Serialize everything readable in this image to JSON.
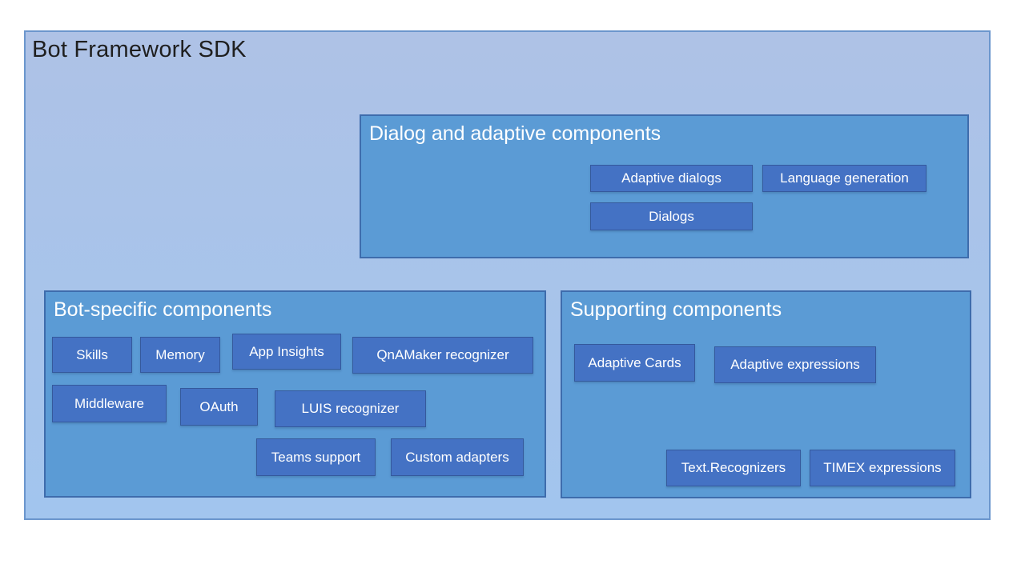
{
  "page": {
    "title": "Bot Framework SDK"
  },
  "sections": [
    {
      "id": "dialog-adaptive",
      "title": "Dialog and adaptive components",
      "buttons": [
        {
          "label": "Adaptive dialogs"
        },
        {
          "label": "Language generation"
        },
        {
          "label": "Dialogs"
        }
      ]
    },
    {
      "id": "bot-specific",
      "title": "Bot-specific components",
      "buttons": [
        {
          "label": "Skills"
        },
        {
          "label": "Memory"
        },
        {
          "label": "App Insights"
        },
        {
          "label": "QnAMaker recognizer"
        },
        {
          "label": "Middleware"
        },
        {
          "label": "OAuth"
        },
        {
          "label": "LUIS recognizer"
        },
        {
          "label": "Teams support"
        },
        {
          "label": "Custom adapters"
        }
      ]
    },
    {
      "id": "supporting",
      "title": "Supporting components",
      "buttons": [
        {
          "label": "Adaptive Cards"
        },
        {
          "label": "Adaptive expressions"
        },
        {
          "label": "Text.Recognizers"
        },
        {
          "label": "TIMEX expressions"
        }
      ]
    }
  ],
  "colors": {
    "outer_fill_top": "#aec2e6",
    "outer_fill_bottom": "#a2c5ee",
    "outer_border": "#6b96cd",
    "section_fill": "#5b9bd5",
    "section_border": "#3e6cac",
    "button_fill": "#4472c4",
    "button_border": "#35599c",
    "title_color": "#1f1f1f",
    "text_on_blue": "#ffffff"
  }
}
